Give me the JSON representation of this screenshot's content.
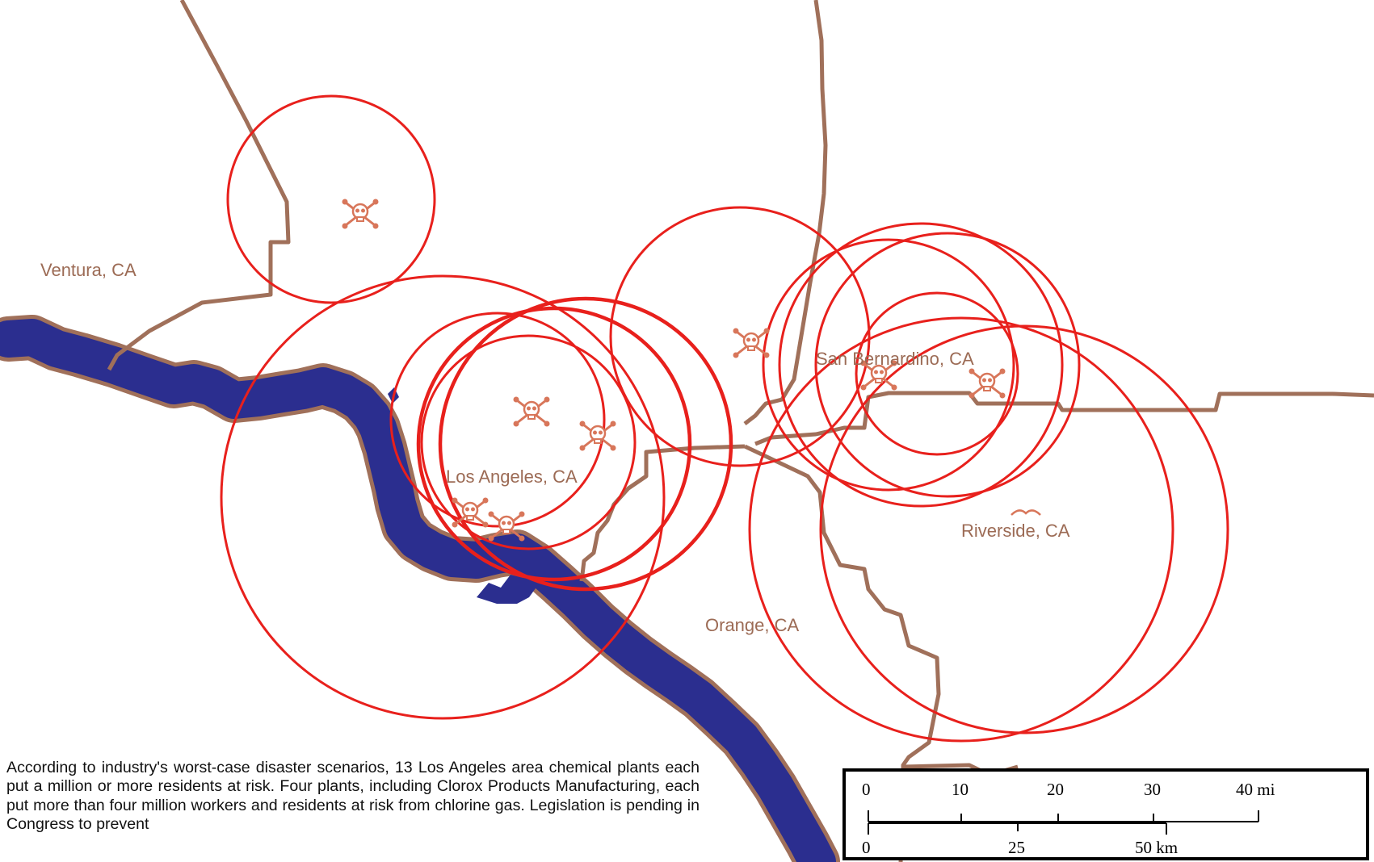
{
  "map": {
    "colors": {
      "water": "#2b2e8f",
      "coastline": "#a0705a",
      "boundary": "#a0705a",
      "risk_circle": "#e8201c",
      "plant_icon": "#d8765a",
      "county_label": "#9c6b55"
    },
    "counties": [
      {
        "name": "Ventura, CA"
      },
      {
        "name": "San Bernardino, CA"
      },
      {
        "name": "Los Angeles, CA"
      },
      {
        "name": "Riverside, CA"
      },
      {
        "name": "Orange, CA"
      }
    ],
    "plant_icon": "skull-and-crossbones-icon"
  },
  "scale_bar": {
    "miles": {
      "ticks": [
        "0",
        "10",
        "20",
        "30"
      ],
      "end_label": "40 mi"
    },
    "km": {
      "ticks": [
        "0",
        "25"
      ],
      "end_label": "50 km"
    }
  },
  "caption": "According to industry's worst-case disaster scenarios, 13 Los Angeles area chemical plants each put a million or more residents at risk. Four plants, including Clorox Products Manufacturing, each put more than four million workers and residents at risk from chlorine gas. Legislation is pending in Congress to prevent"
}
